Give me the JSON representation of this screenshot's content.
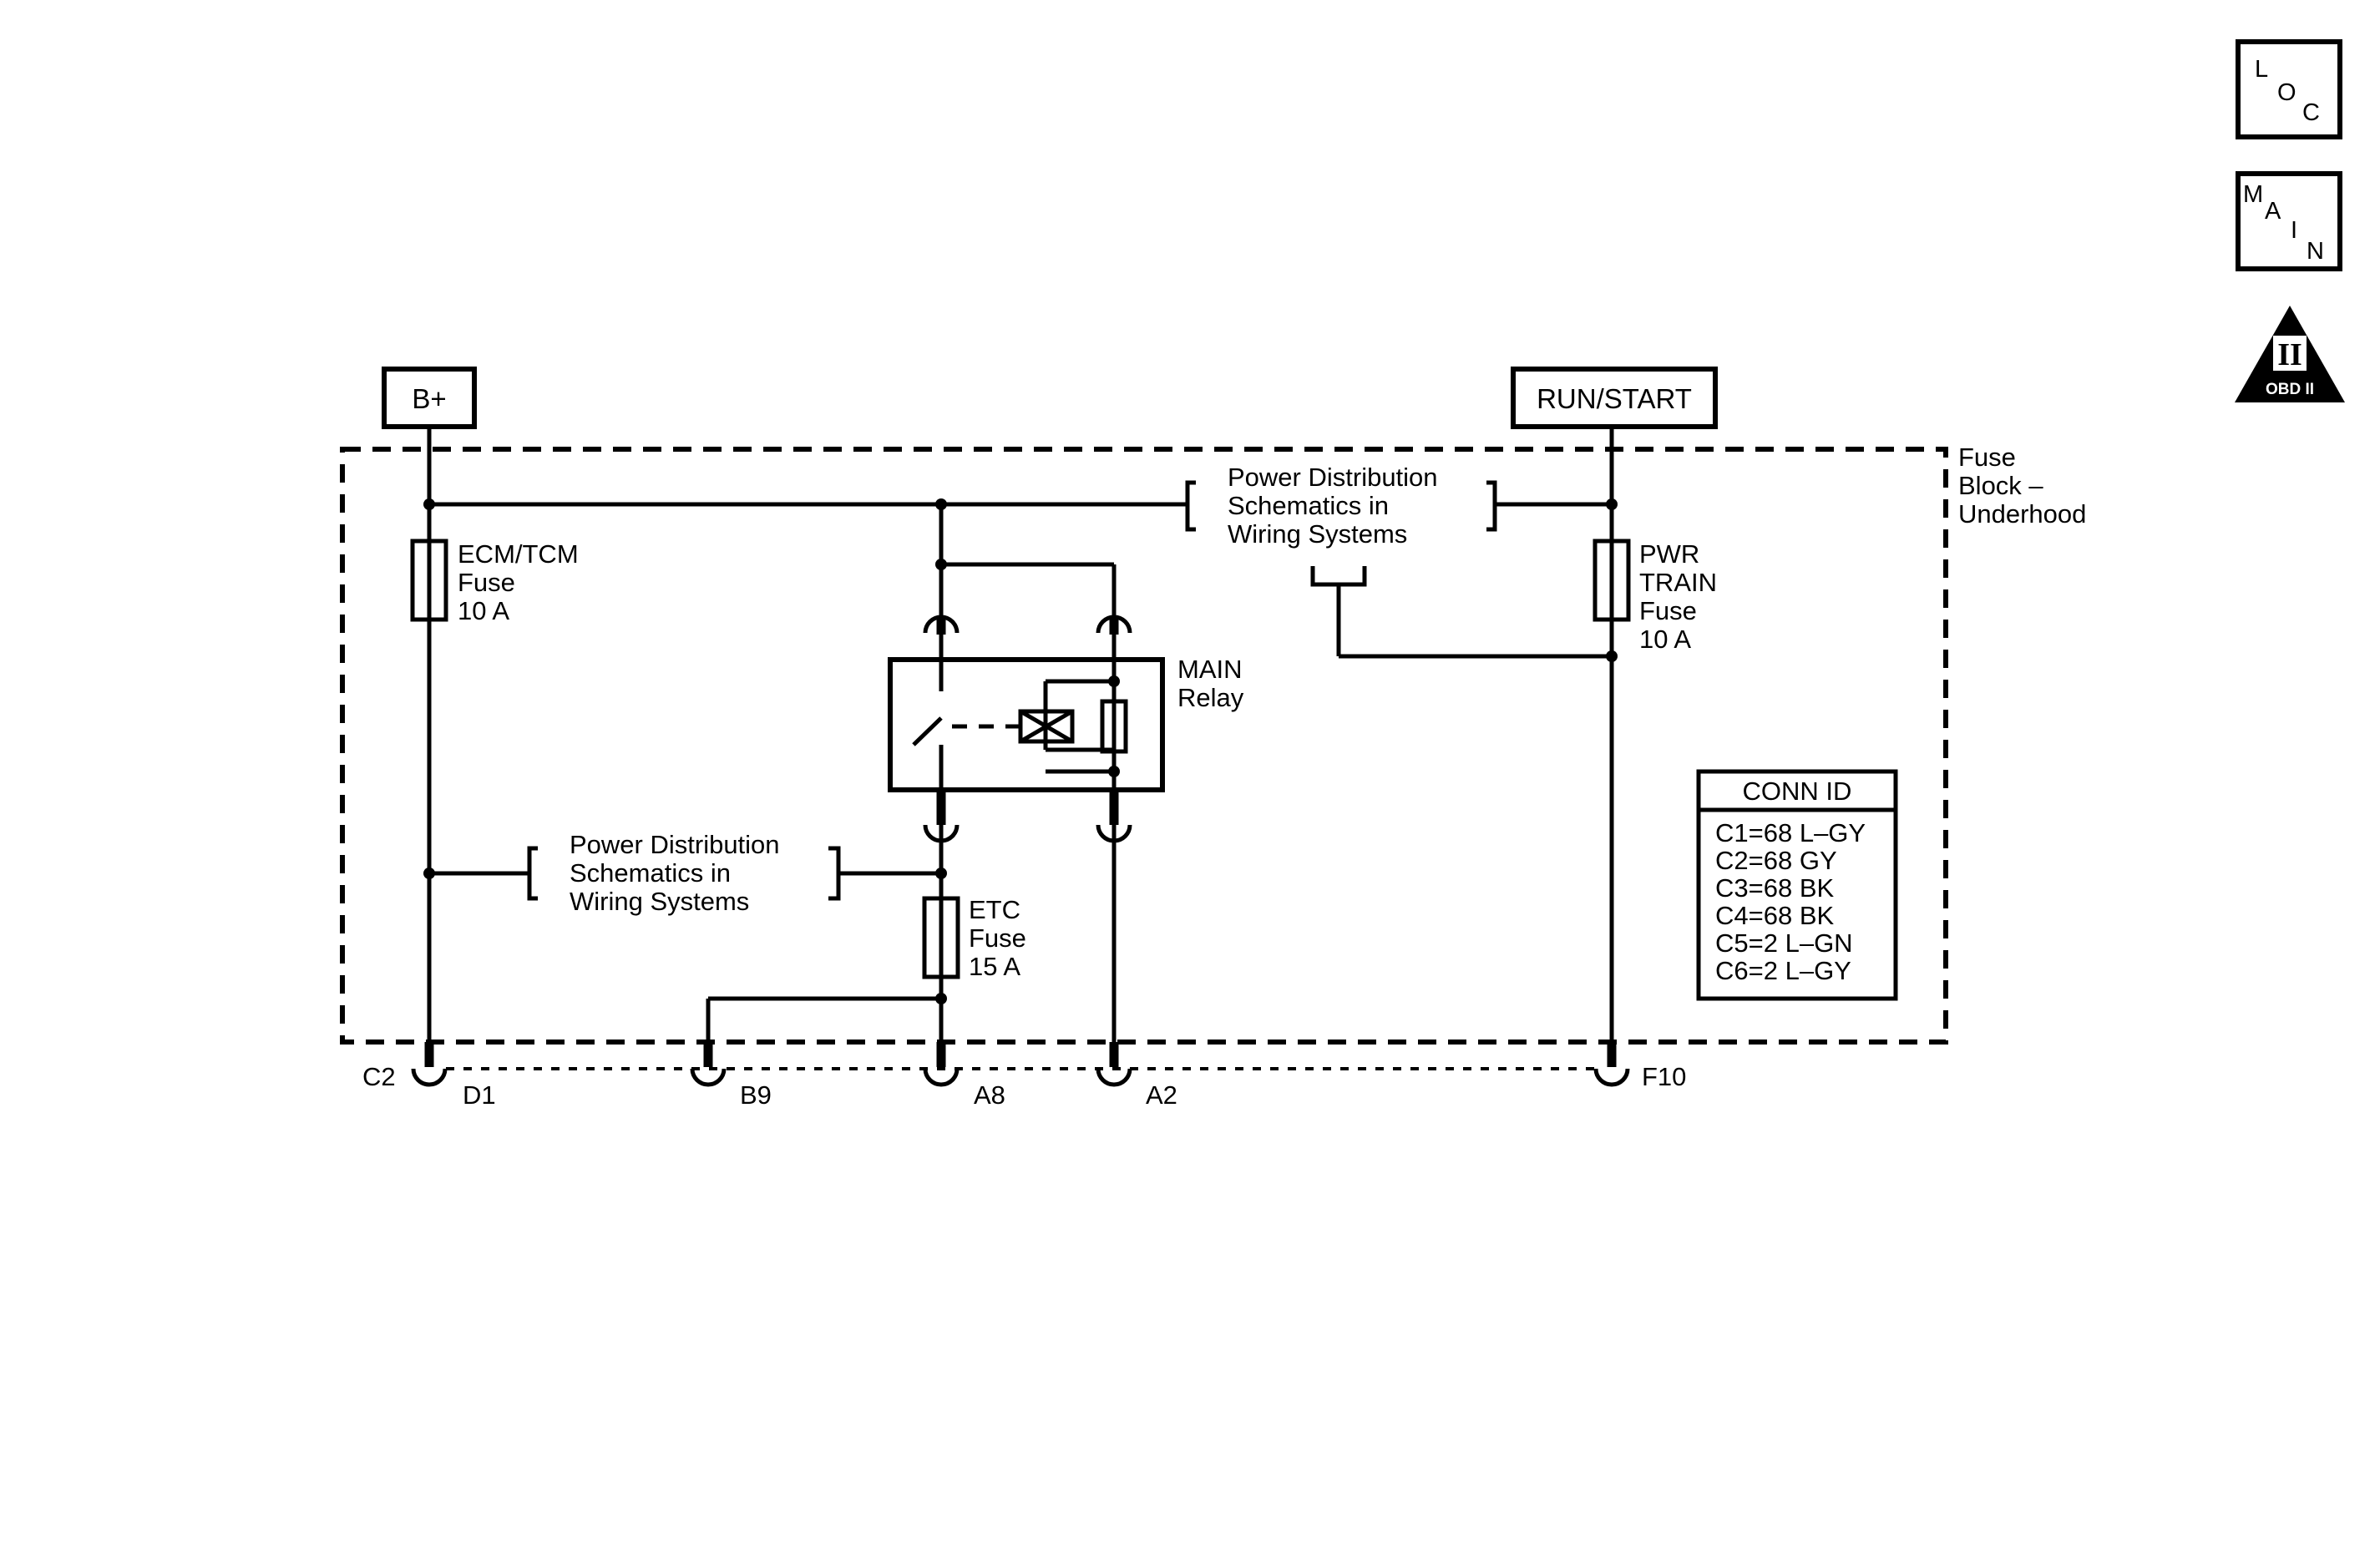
{
  "nav": {
    "loc": [
      "L",
      "O",
      "C"
    ],
    "main": [
      "M",
      "A",
      "I",
      "N"
    ],
    "obd_roman": "II",
    "obd_label": "OBD II"
  },
  "sources": {
    "battery": "B+",
    "ignition": "RUN/START"
  },
  "fuse_block": {
    "label": [
      "Fuse",
      "Block –",
      "Underhood"
    ]
  },
  "fuses": {
    "ecm_tcm": [
      "ECM/TCM",
      "Fuse",
      "10 A"
    ],
    "pwr_train": [
      "PWR",
      "TRAIN",
      "Fuse",
      "10 A"
    ],
    "etc": [
      "ETC",
      "Fuse",
      "15 A"
    ]
  },
  "relay": {
    "label": [
      "MAIN",
      "Relay"
    ]
  },
  "references": {
    "top": [
      "Power Distribution",
      "Schematics in",
      "Wiring Systems"
    ],
    "left": [
      "Power Distribution",
      "Schematics in",
      "Wiring Systems"
    ]
  },
  "connectors": {
    "c2": "C2",
    "d1": "D1",
    "b9": "B9",
    "a8": "A8",
    "a2": "A2",
    "f10": "F10"
  },
  "conn_id": {
    "title": "CONN ID",
    "rows": [
      "C1=68 L–GY",
      "C2=68 GY",
      "C3=68 BK",
      "C4=68 BK",
      "C5=2 L–GN",
      "C6=2 L–GY"
    ]
  }
}
